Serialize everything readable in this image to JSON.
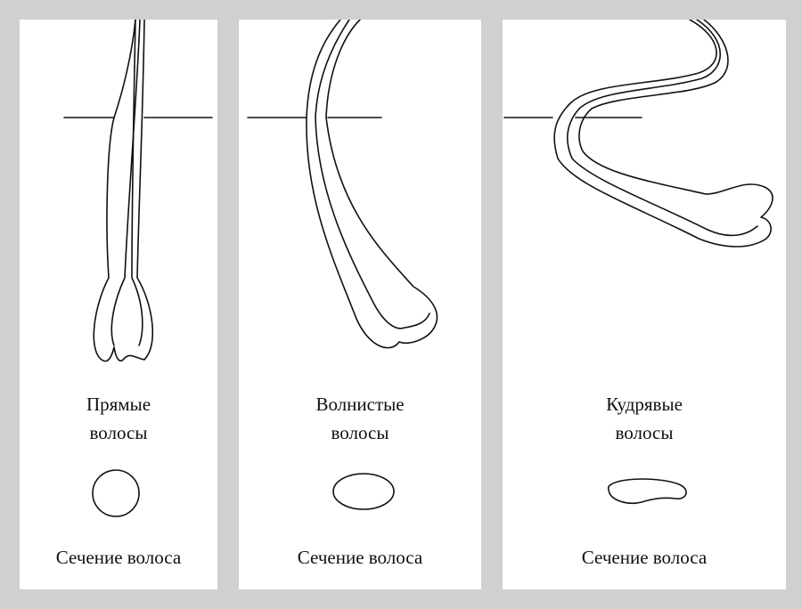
{
  "panels": [
    {
      "title_line1": "Прямые",
      "title_line2": "волосы",
      "section_label": "Сечение волоса"
    },
    {
      "title_line1": "Волнистые",
      "title_line2": "волосы",
      "section_label": "Сечение волоса"
    },
    {
      "title_line1": "Кудрявые",
      "title_line2": "волосы",
      "section_label": "Сечение волоса"
    }
  ]
}
